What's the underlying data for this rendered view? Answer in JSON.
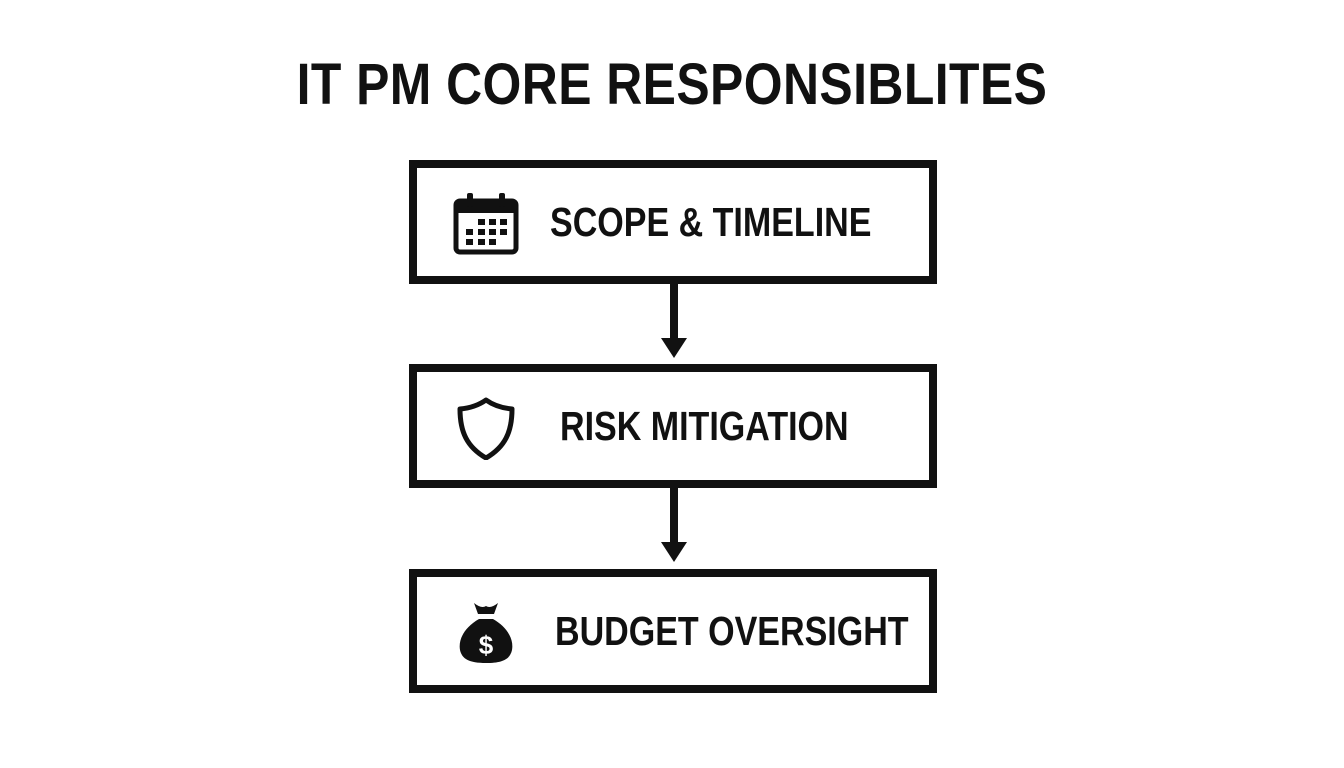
{
  "diagram": {
    "title": "IT PM CORE RESPONSIBLITES",
    "steps": [
      {
        "label": "SCOPE & TIMELINE",
        "icon": "calendar-icon"
      },
      {
        "label": "RISK MITIGATION",
        "icon": "shield-icon"
      },
      {
        "label": "BUDGET OVERSIGHT",
        "icon": "money-bag-icon"
      }
    ],
    "colors": {
      "stroke": "#111111",
      "background": "#ffffff"
    }
  }
}
